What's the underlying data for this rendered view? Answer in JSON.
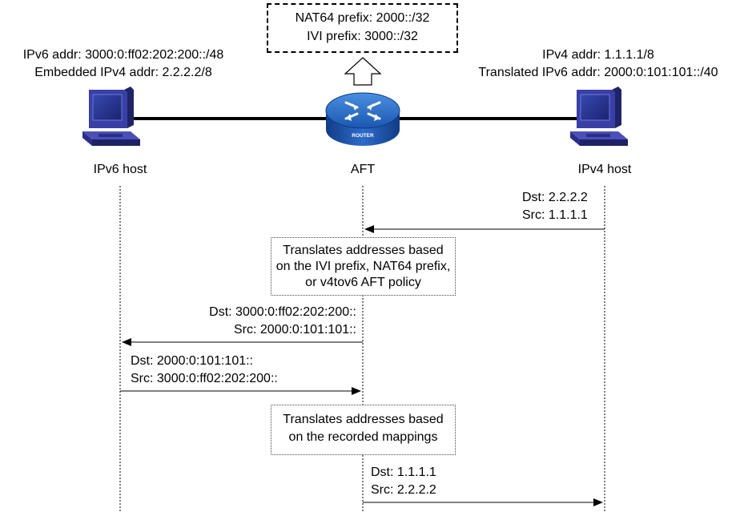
{
  "prefix_box": {
    "line1": "NAT64 prefix: 2000::/32",
    "line2": "IVI prefix: 3000::/32"
  },
  "ipv6_side": {
    "addr": "IPv6 addr: 3000:0:ff02:202:200::/48",
    "embedded": "Embedded IPv4 addr: 2.2.2.2/8",
    "label": "IPv6 host"
  },
  "ipv4_side": {
    "addr": "IPv4 addr: 1.1.1.1/8",
    "translated": "Translated IPv6 addr: 2000:0:101:101::/40",
    "label": "IPv4 host"
  },
  "aft": {
    "label": "AFT",
    "router_text": "ROUTER"
  },
  "msg1": {
    "dst": "Dst: 2.2.2.2",
    "src": "Src: 1.1.1.1"
  },
  "note1": {
    "line1": "Translates addresses based",
    "line2": "on the IVI prefix, NAT64 prefix,",
    "line3": "or v4tov6 AFT policy"
  },
  "msg2": {
    "dst": "Dst: 3000:0:ff02:202:200::",
    "src": "Src: 2000:0:101:101::"
  },
  "msg3": {
    "dst": "Dst: 2000:0:101:101::",
    "src": "Src: 3000:0:ff02:202:200::"
  },
  "note2": {
    "line1": "Translates addresses based",
    "line2": "on the recorded mappings"
  },
  "msg4": {
    "dst": "Dst: 1.1.1.1",
    "src": "Src: 2.2.2.2"
  }
}
